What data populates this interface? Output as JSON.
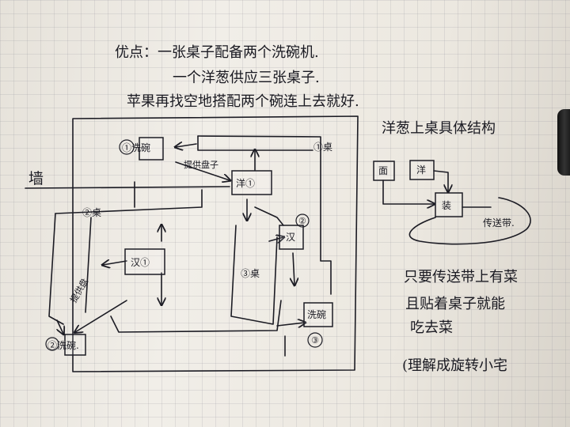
{
  "notes": {
    "line1": "优点：一张桌子配备两个洗碗机.",
    "line2": "一个洋葱供应三张桌子.",
    "line3": "苹果再找空地搭配两个碗连上去就好."
  },
  "main_diagram": {
    "wall_label": "墙",
    "nodes": {
      "dishwasher_1": "①洗碗",
      "serving_1": "提供盘子",
      "table_1": "①桌",
      "onion_1": "洋①",
      "table_2": "②桌",
      "han_1": "汉①",
      "han_2_num": "②",
      "han_2": "汉",
      "table_3": "③桌",
      "serving_2": "提供盘",
      "dishwasher_2": "②洗碗.",
      "dishwasher_3": "洗碗",
      "dishwasher_3_num": "③"
    }
  },
  "side_diagram": {
    "title": "洋葱上桌具体结构",
    "box_a": "面",
    "box_b": "洋",
    "box_c": "装",
    "conveyor": "传送带.",
    "note_line1": "只要传送带上有菜",
    "note_line2": "且贴着桌子就能",
    "note_line3": "吃去菜",
    "note_line4": "(理解成旋转小宅"
  }
}
